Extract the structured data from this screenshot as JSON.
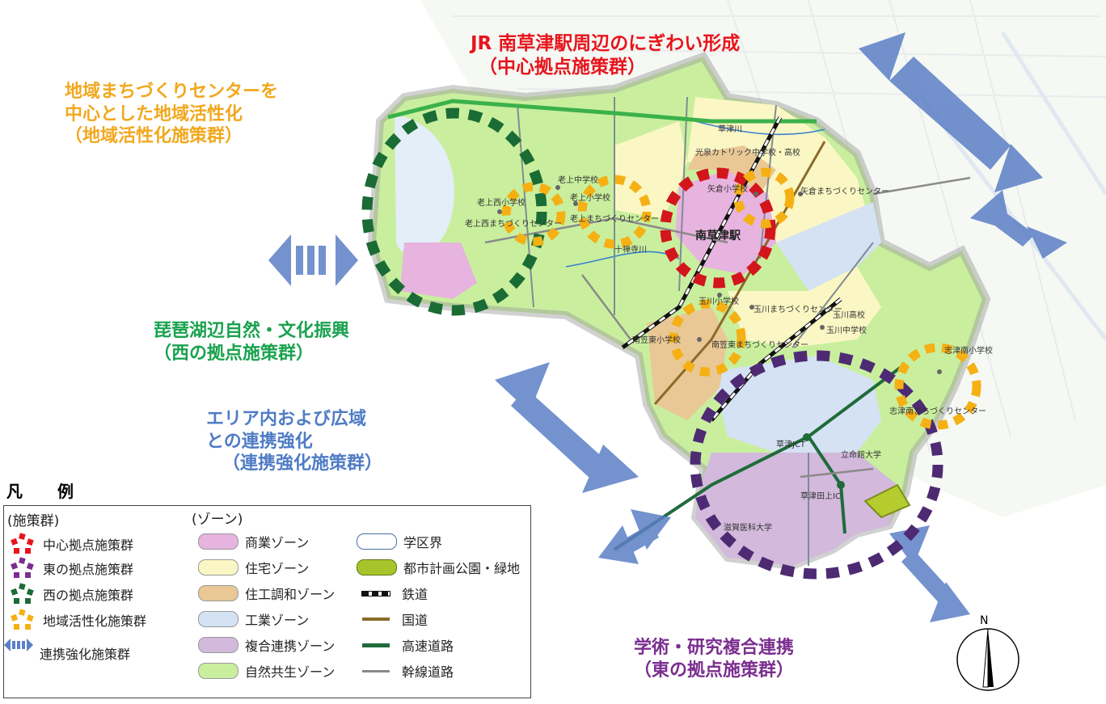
{
  "labels": {
    "center": [
      "JR 南草津駅周辺のにぎわい形成",
      "（中心拠点施策群）"
    ],
    "local": [
      "地域まちづくりセンターを",
      "中心とした地域活性化",
      "（地域活性化施策群）"
    ],
    "west": [
      "琵琶湖辺自然・文化振興",
      "（西の拠点施策群）"
    ],
    "link": [
      "エリア内および広域",
      "との連携強化",
      "（連携強化施策群）"
    ],
    "east": [
      "学術・研究複合連携",
      "（東の拠点施策群）"
    ]
  },
  "legend": {
    "title": "凡 例",
    "policy_header": "(施策群)",
    "zone_header": "(ゾーン)",
    "policies": [
      {
        "label": "中心拠点施策群",
        "color": "#e8141c"
      },
      {
        "label": "東の拠点施策群",
        "color": "#7b2e8f"
      },
      {
        "label": "西の拠点施策群",
        "color": "#1b6b35"
      },
      {
        "label": "地域活性化施策群",
        "color": "#f5b014"
      },
      {
        "label": "連携強化施策群",
        "color": "#5b7fc6"
      }
    ],
    "zones": [
      {
        "label": "商業ゾーン",
        "color": "#e7b3df"
      },
      {
        "label": "住宅ゾーン",
        "color": "#fbf7c4"
      },
      {
        "label": "住工調和ゾーン",
        "color": "#e9c896"
      },
      {
        "label": "工業ゾーン",
        "color": "#d4e2f4"
      },
      {
        "label": "複合連携ゾーン",
        "color": "#d3b9dc"
      },
      {
        "label": "自然共生ゾーン",
        "color": "#c9ef9e"
      }
    ],
    "lines": [
      {
        "label": "学区界",
        "kind": "district"
      },
      {
        "label": "都市計画公園・緑地",
        "kind": "park"
      },
      {
        "label": "鉄道",
        "kind": "rail"
      },
      {
        "label": "国道",
        "kind": "national"
      },
      {
        "label": "高速道路",
        "kind": "expressway"
      },
      {
        "label": "幹線道路",
        "kind": "arterial"
      }
    ]
  },
  "places": {
    "minami_kusatsu_station": "南草津駅",
    "yakura_school": "矢倉小学校",
    "yakura_center": "矢倉まちづくりセンター",
    "kosen_school": "光泉カトリック中学校・高校",
    "kusatsu_river": "草津川",
    "jusenji_river": "十禅寺川",
    "oigami_nishi_school": "老上西小学校",
    "oigami_nishi_center": "老上西まちづくりセンター",
    "oigami_middle": "老上中学校",
    "oigami_school": "老上小学校",
    "oigami_center": "老上まちづくりセンター",
    "tamagawa_school": "玉川小学校",
    "tamagawa_center": "玉川まちづくりセンター",
    "tamagawa_high": "玉川高校",
    "tamagawa_middle": "玉川中学校",
    "minamikasa_school": "南笠東小学校",
    "minamikasa_center": "南笠東まちづくりセンター",
    "shizu_minami_school": "志津南小学校",
    "shizu_minami_center": "志津南まちづくりセンター",
    "kusatsu_jct": "草津JCT",
    "ritsumeikan": "立命館大学",
    "kusatsu_tanakami_ic": "草津田上IC",
    "shiga_medical": "滋賀医科大学"
  },
  "compass": {
    "north": "N"
  },
  "colors": {
    "center": "#e8141c",
    "east": "#7b2e8f",
    "west": "#1b6b35",
    "local": "#f5b014",
    "link": "#5b7fc6"
  }
}
